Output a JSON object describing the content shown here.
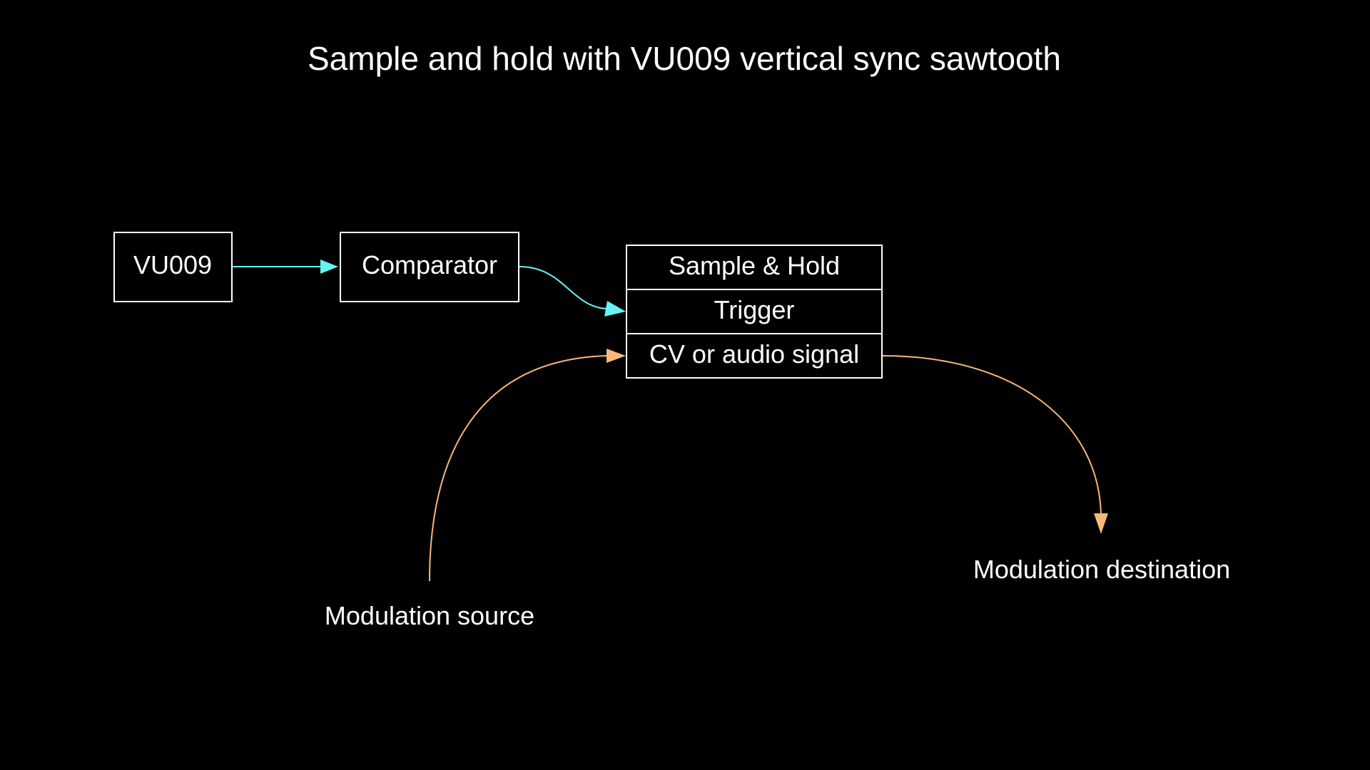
{
  "title": "Sample and hold with VU009 vertical sync sawtooth",
  "nodes": {
    "vu009": "VU009",
    "comparator": "Comparator",
    "sample_hold": {
      "header": "Sample & Hold",
      "trigger": "Trigger",
      "cv_input": "CV or audio signal"
    },
    "mod_source": "Modulation source",
    "mod_destination": "Modulation destination"
  },
  "colors": {
    "background": "#000000",
    "node_stroke": "#ffffff",
    "trigger_edge": "#66f5f5",
    "modulation_edge": "#f8b878"
  }
}
